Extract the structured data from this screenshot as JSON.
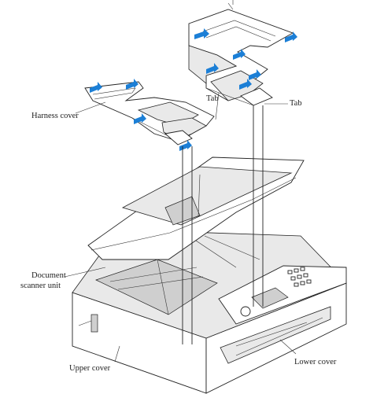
{
  "labels": {
    "harness_cover": "Harness cover",
    "tab_left": "Tab",
    "tab_right": "Tab",
    "document_scanner_unit_line1": "Document",
    "document_scanner_unit_line2": "scanner unit",
    "upper_cover": "Upper cover",
    "lower_cover": "Lower cover"
  },
  "colors": {
    "arrow": "#1c7fd6",
    "line": "#222222"
  },
  "icons": [
    "arrow-icon"
  ]
}
